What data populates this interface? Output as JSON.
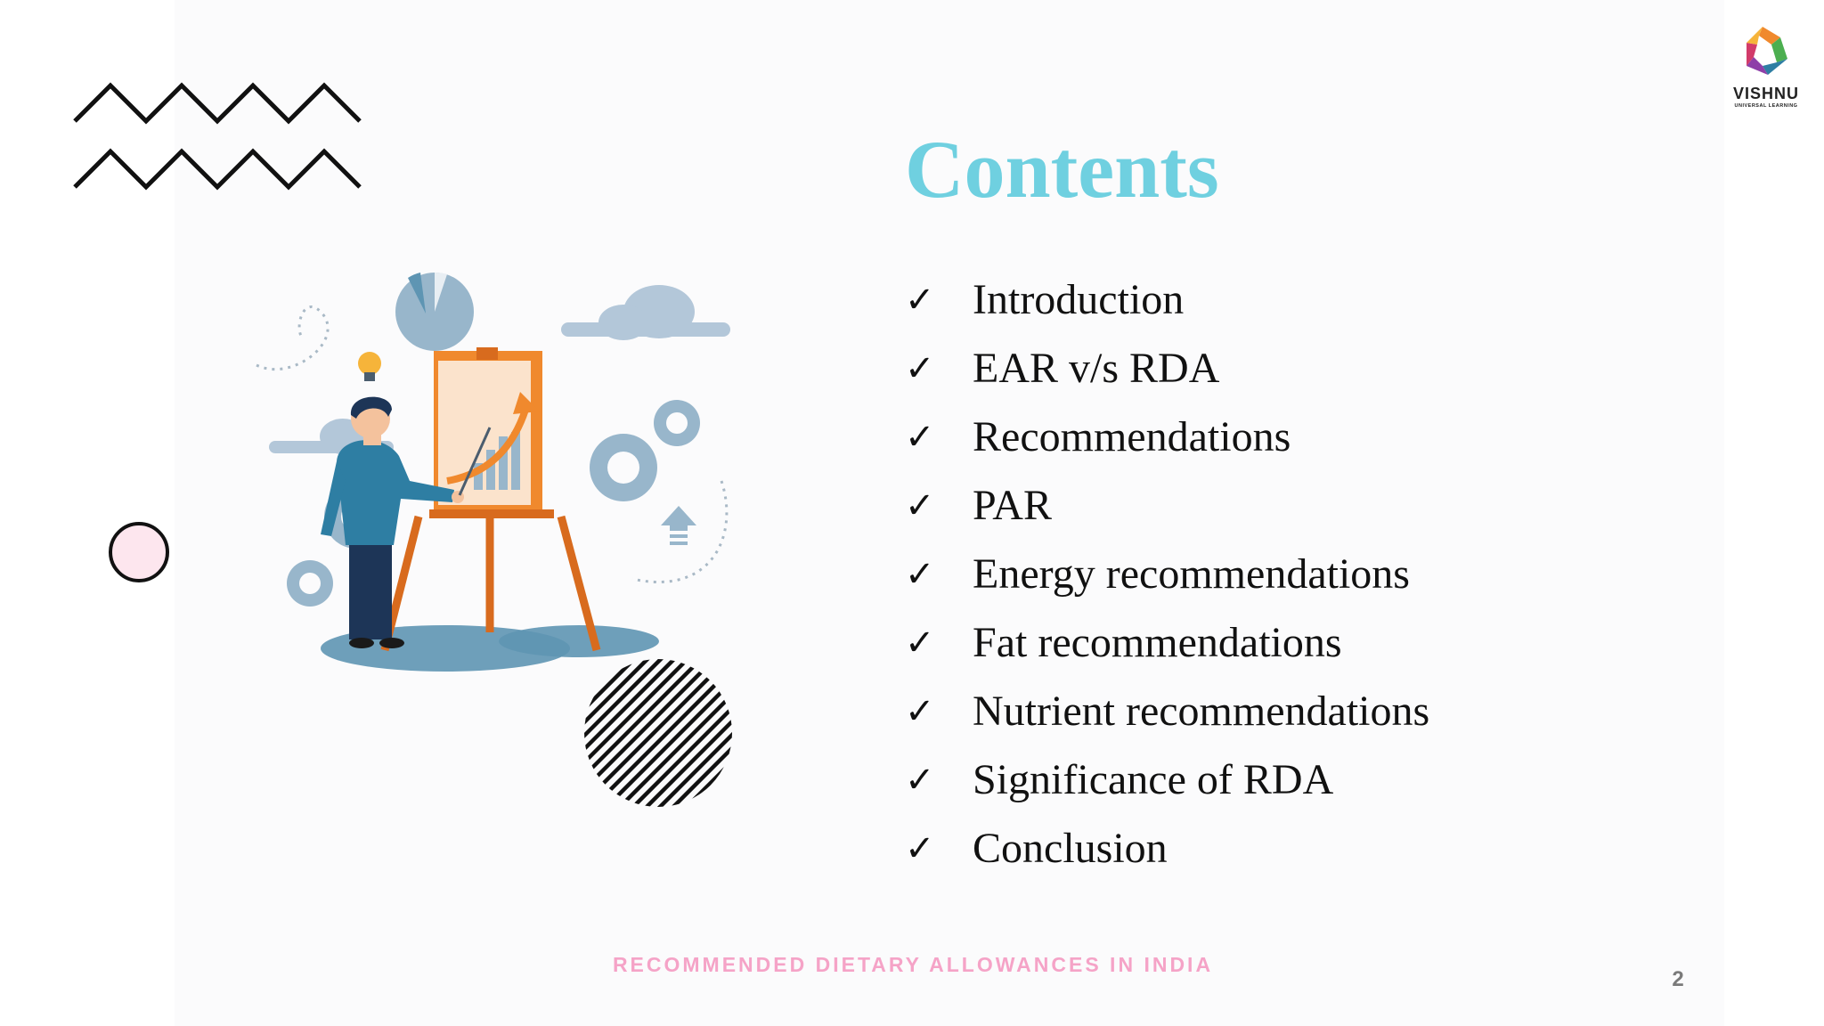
{
  "slide": {
    "title": "Contents",
    "items": [
      "Introduction",
      "EAR v/s RDA",
      "Recommendations",
      "PAR",
      "Energy recommendations",
      "Fat recommendations",
      "Nutrient recommendations",
      "Significance of RDA",
      "Conclusion"
    ],
    "bullet_icon": "check-mark-icon",
    "footer": "RECOMMENDED DIETARY ALLOWANCES IN INDIA",
    "page_number": "2"
  },
  "logo": {
    "name": "VISHNU",
    "tagline": "UNIVERSAL LEARNING"
  },
  "colors": {
    "title": "#6fd0e0",
    "footer": "#f5a3c7",
    "page_number": "#7a7a7a",
    "accent_orange": "#f0892d",
    "illustration_blue": "#5e95b3"
  }
}
